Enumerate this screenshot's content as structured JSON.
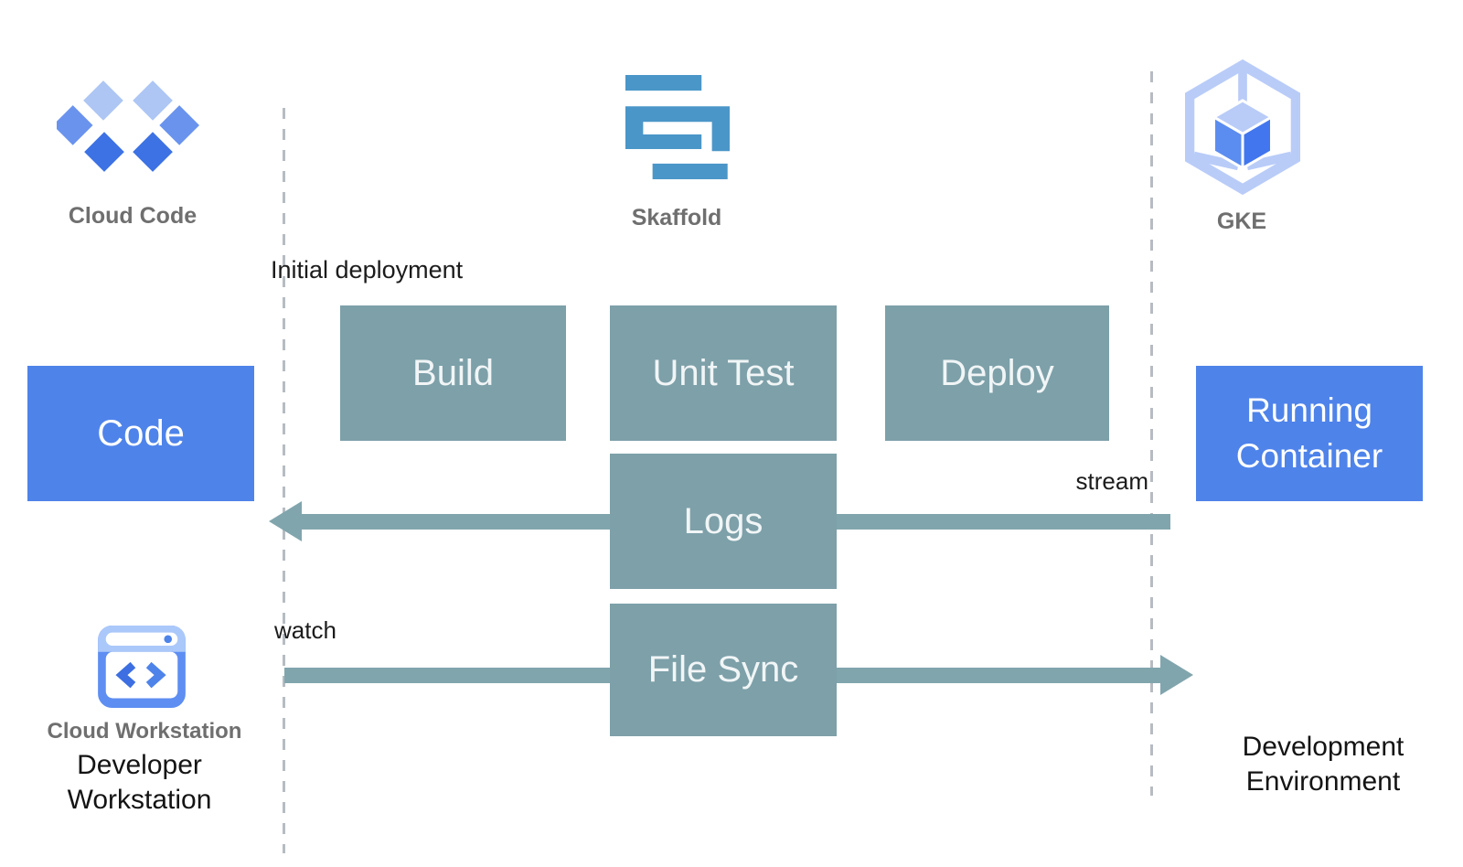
{
  "header": {
    "cloud_code_label": "Cloud Code",
    "skaffold_label": "Skaffold",
    "gke_label": "GKE"
  },
  "annotations": {
    "initial_deployment": "Initial deployment",
    "stream": "stream",
    "watch": "watch"
  },
  "stages": [
    {
      "label": "Build"
    },
    {
      "label": "Unit Test"
    },
    {
      "label": "Deploy"
    }
  ],
  "flows": {
    "logs_label": "Logs",
    "logs_direction": "right-to-left",
    "file_sync_label": "File Sync",
    "file_sync_direction": "left-to-right"
  },
  "nodes": {
    "code_label": "Code",
    "running_container_label": "Running Container"
  },
  "footers": {
    "cloud_workstation_label": "Cloud Workstation",
    "developer_workstation_label": "Developer Workstation",
    "development_environment_label": "Development Environment"
  },
  "colors": {
    "stage_fill": "#7DA0A9",
    "arrow_fill": "#81A5AD",
    "node_fill": "#4E83EA",
    "header_label_gray": "#6F6F6F",
    "text_black": "#1C1C1C",
    "dashed_line_gray": "#B6BCC2",
    "skaffold_blue": "#4B96C8",
    "cloud_code_light": "#ADC6F4",
    "cloud_code_medium": "#6A93EE",
    "cloud_code_dark": "#3D72E4",
    "gke_light_blue": "#B9CCF8",
    "gke_cube_left": "#5B8CF0",
    "gke_cube_right": "#4276EE",
    "workstation_top": "#ABC8FA",
    "workstation_body": "#5E8EF2"
  }
}
